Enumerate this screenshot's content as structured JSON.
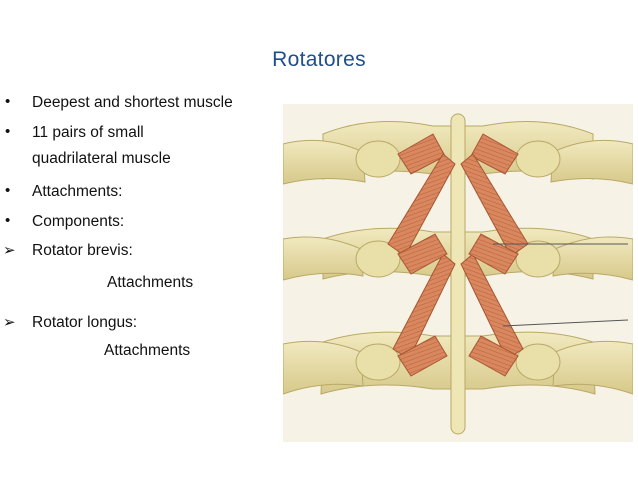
{
  "slide": {
    "title": "Rotatores",
    "items": [
      {
        "marker": "•",
        "text": "Deepest and shortest muscle"
      },
      {
        "marker": "•",
        "text": "11 pairs of small"
      },
      {
        "marker": "",
        "text": "quadrilateral muscle"
      },
      {
        "marker": "•",
        "text": "Attachments:"
      },
      {
        "marker": "•",
        "text": "Components:"
      },
      {
        "marker": "➢",
        "text": "Rotator brevis:"
      },
      {
        "marker": "",
        "text": "Attachments"
      },
      {
        "marker": "➢",
        "text": "Rotator longus:"
      },
      {
        "marker": "",
        "text": "Attachments"
      }
    ]
  },
  "colors": {
    "title": "#1f4e8c",
    "bone": "#e6dca3",
    "muscle": "#d98a63",
    "tendon": "#f3ece0"
  },
  "figure": {
    "icon": "rotatores-spine-illustration"
  }
}
